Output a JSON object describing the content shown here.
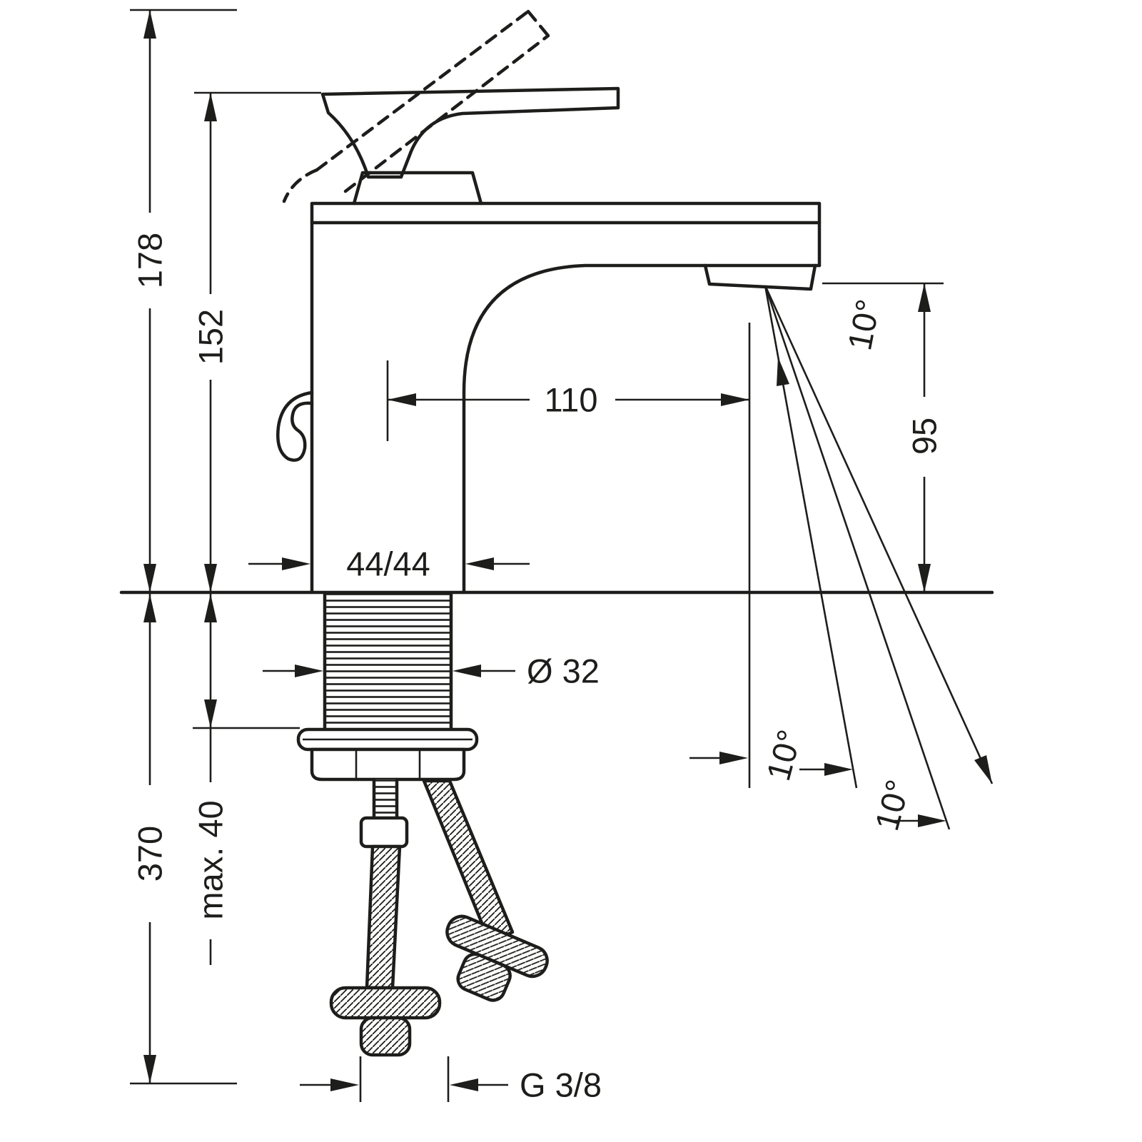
{
  "page": {
    "background": "#ffffff"
  },
  "drawing": {
    "type": "technical dimension drawing",
    "subject": "single-lever basin mixer tap, side elevation with under-counter mounting hardware and supply hoses",
    "line_color": "#1d1d1b"
  },
  "dims": {
    "total_height": "178",
    "spout_body_height": "152",
    "spout_reach": "110",
    "outlet_height": "95",
    "body_width_depth": "44/44",
    "shank_diameter": "Ø 32",
    "under_counter_length": "370",
    "max_deck_thickness": "max. 40",
    "connection_thread": "G 3/8",
    "angle_upper": "10°",
    "angle_lower_left": "10°",
    "angle_lower_right": "10°"
  }
}
